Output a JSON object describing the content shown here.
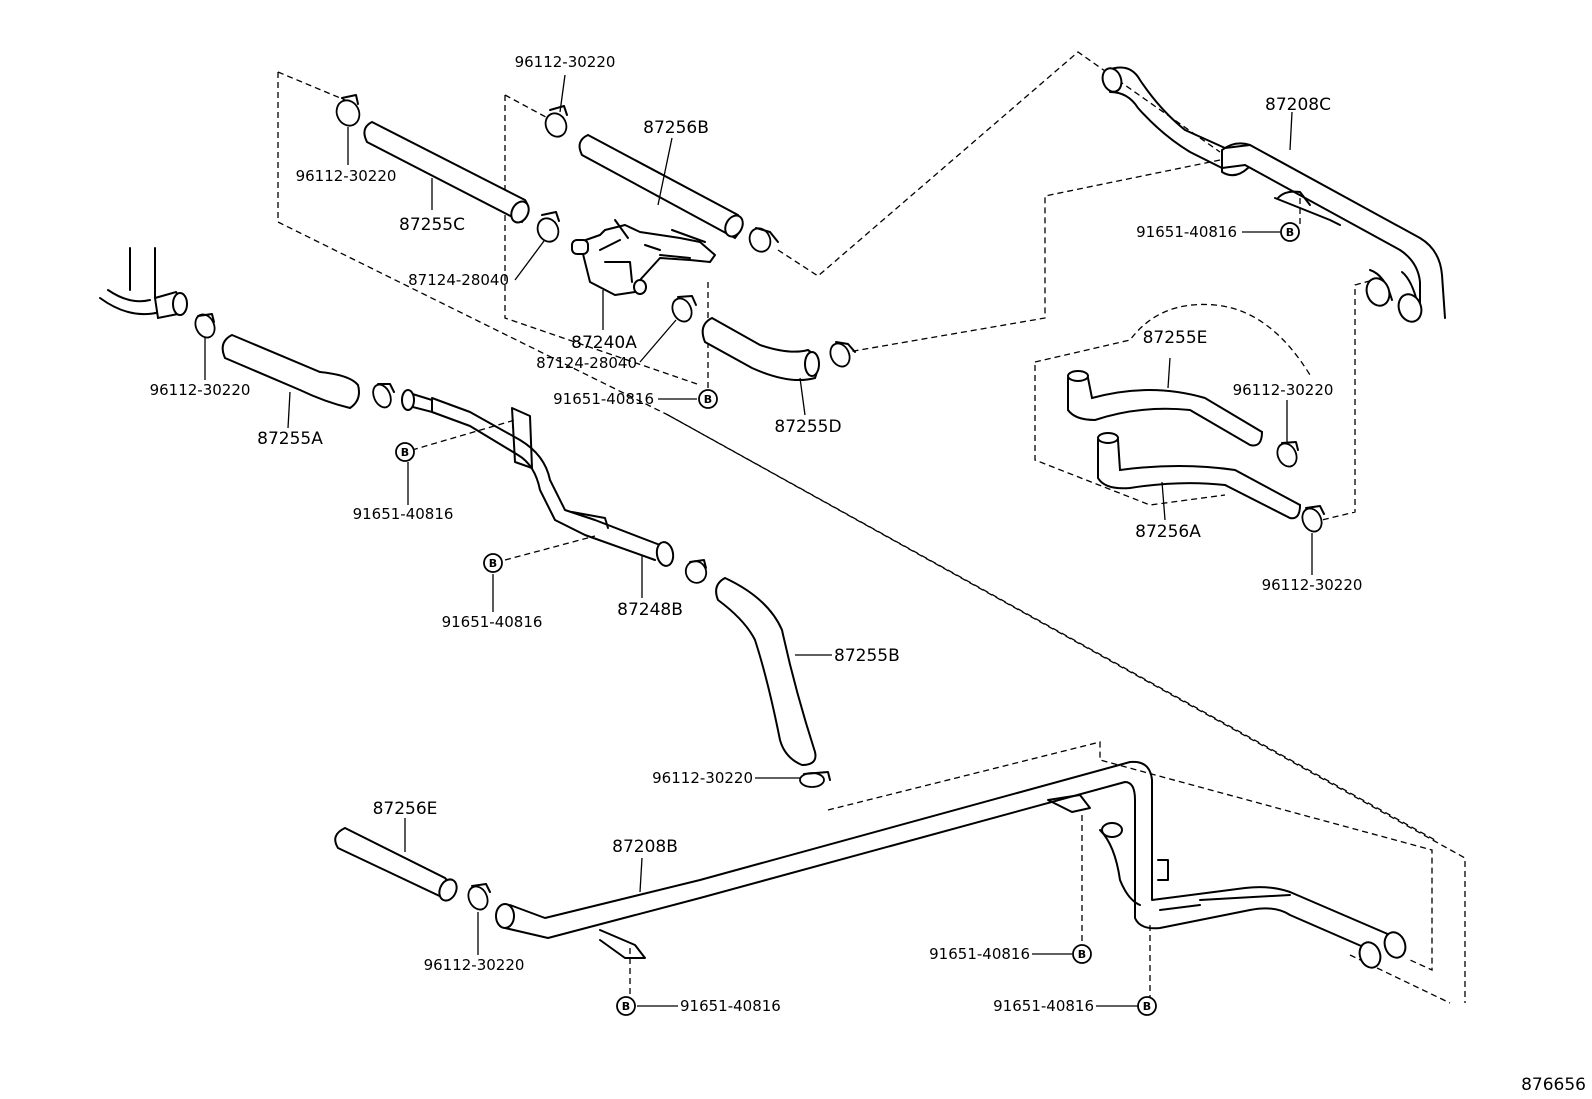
{
  "diagram": {
    "figure_id": "876656",
    "parts": {
      "hose_87255C": "87255C",
      "hose_87256B": "87256B",
      "pipe_87208C": "87208C",
      "hose_87255E": "87255E",
      "hose_87256A": "87256A",
      "valve_87240A": "87240A",
      "hose_87255D": "87255D",
      "hose_87255A": "87255A",
      "pipe_87248B": "87248B",
      "hose_87255B": "87255B",
      "hose_87256E": "87256E",
      "pipe_87208B": "87208B"
    },
    "clamp_label": "96112-30220",
    "grommet_label": "87124-28040",
    "bolt_label": "91651-40816",
    "badge_letter": "B"
  }
}
